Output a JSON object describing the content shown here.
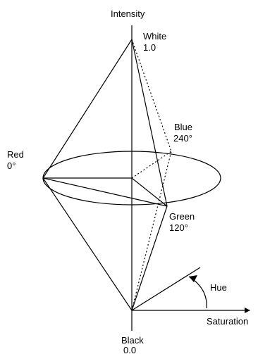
{
  "axes": {
    "intensity_label": "Intensity",
    "saturation_label": "Saturation",
    "hue_label": "Hue"
  },
  "vertices": {
    "white": {
      "name": "White",
      "value": "1.0"
    },
    "black": {
      "name": "Black",
      "value": "0.0"
    },
    "red": {
      "name": "Red",
      "angle": "0°"
    },
    "green": {
      "name": "Green",
      "angle": "120°"
    },
    "blue": {
      "name": "Blue",
      "angle": "240°"
    }
  },
  "colors": {
    "stroke": "#000000",
    "background": "#ffffff"
  }
}
